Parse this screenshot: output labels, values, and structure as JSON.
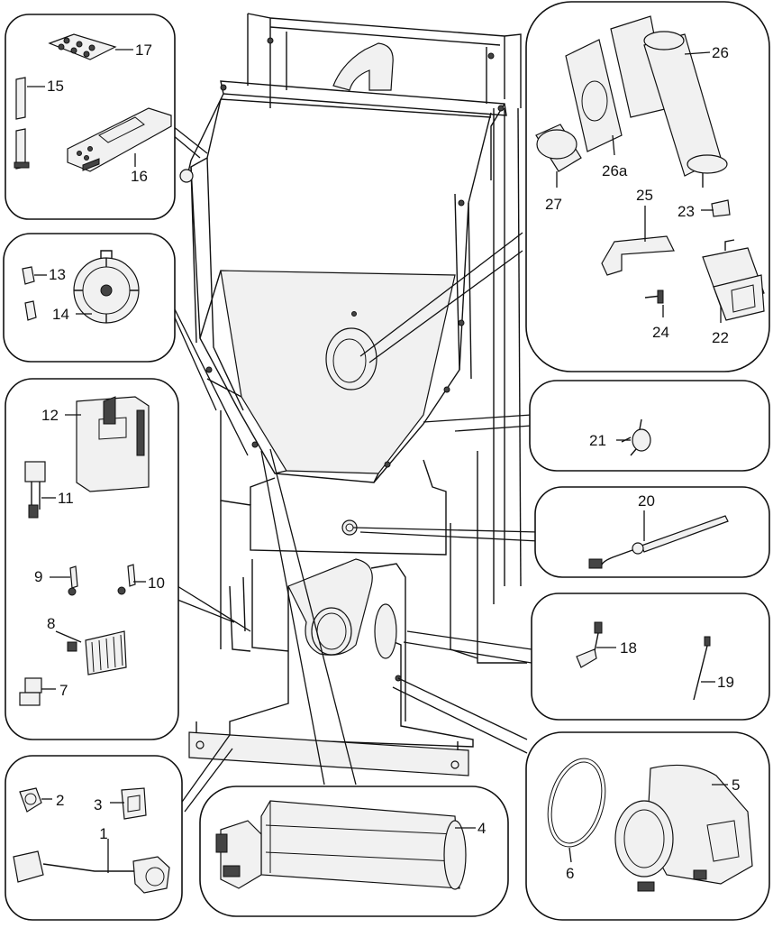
{
  "diagram": {
    "callouts": [
      {
        "id": "c1",
        "label": "1"
      },
      {
        "id": "c2",
        "label": "2"
      },
      {
        "id": "c3",
        "label": "3"
      },
      {
        "id": "c4",
        "label": "4"
      },
      {
        "id": "c5",
        "label": "5"
      },
      {
        "id": "c6",
        "label": "6"
      },
      {
        "id": "c7",
        "label": "7"
      },
      {
        "id": "c8",
        "label": "8"
      },
      {
        "id": "c9",
        "label": "9"
      },
      {
        "id": "c10",
        "label": "10"
      },
      {
        "id": "c11",
        "label": "11"
      },
      {
        "id": "c12",
        "label": "12"
      },
      {
        "id": "c13",
        "label": "13"
      },
      {
        "id": "c14",
        "label": "14"
      },
      {
        "id": "c15",
        "label": "15"
      },
      {
        "id": "c16",
        "label": "16"
      },
      {
        "id": "c17",
        "label": "17"
      },
      {
        "id": "c18",
        "label": "18"
      },
      {
        "id": "c19",
        "label": "19"
      },
      {
        "id": "c20",
        "label": "20"
      },
      {
        "id": "c21",
        "label": "21"
      },
      {
        "id": "c22",
        "label": "22"
      },
      {
        "id": "c23",
        "label": "23"
      },
      {
        "id": "c24",
        "label": "24"
      },
      {
        "id": "c25",
        "label": "25"
      },
      {
        "id": "c26",
        "label": "26"
      },
      {
        "id": "c26a",
        "label": "26a"
      },
      {
        "id": "c27",
        "label": "27"
      }
    ]
  }
}
